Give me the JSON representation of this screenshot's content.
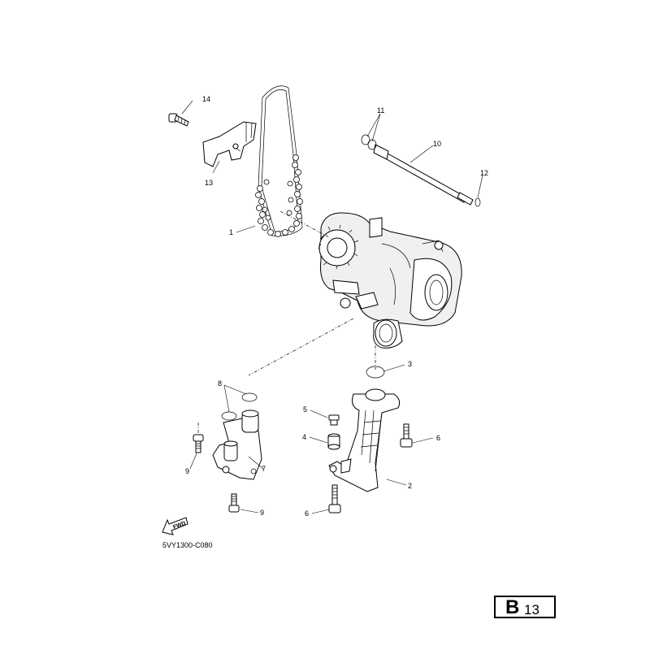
{
  "diagram": {
    "code": "5VY1300-C080",
    "page": {
      "letter": "B",
      "number": "13"
    },
    "fwd_label": "FWD",
    "callouts": {
      "c1": "1",
      "c2": "2",
      "c3": "3",
      "c4": "4",
      "c5": "5",
      "c6a": "6",
      "c6b": "6",
      "c7": "7",
      "c8": "8",
      "c9a": "9",
      "c9b": "9",
      "c10": "10",
      "c11": "11",
      "c12": "12",
      "c13": "13",
      "c14": "14"
    }
  }
}
